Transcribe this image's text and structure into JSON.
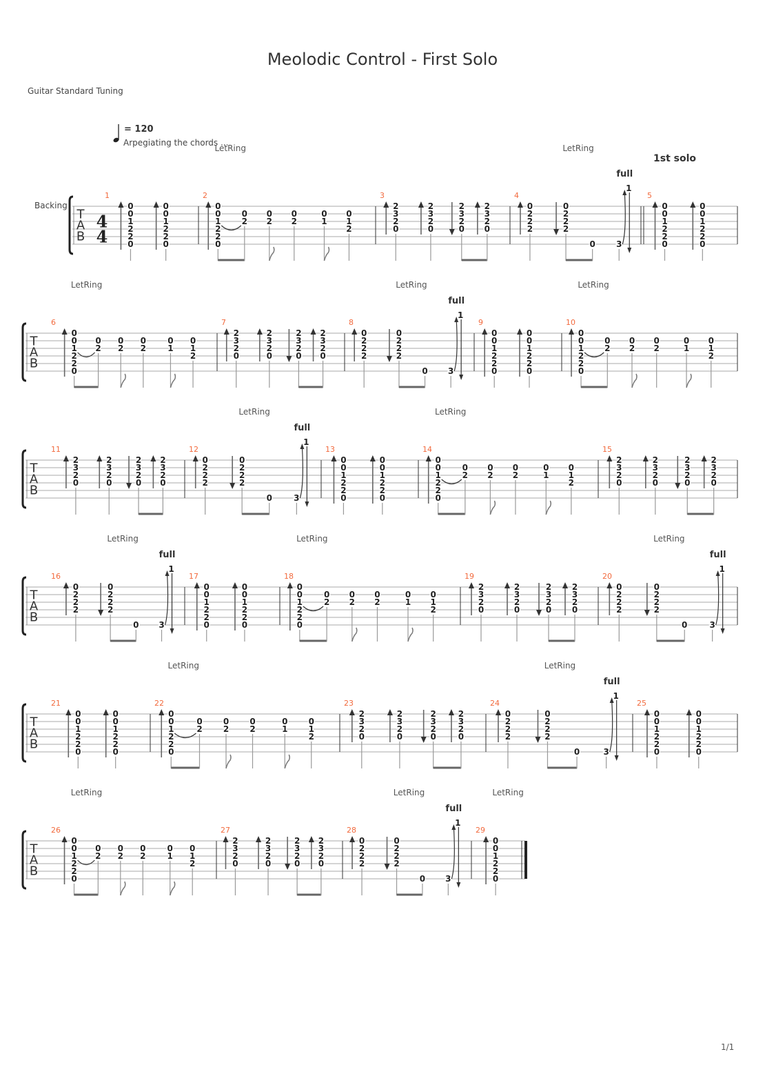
{
  "title": "Meolodic Control - First Solo",
  "subtitle": "Guitar Standard Tuning",
  "tempo_text": "= 120",
  "direction": "Arpegiating the chords ...",
  "track": "Backing",
  "section": "1st solo",
  "page": "1/1",
  "let_ring_label": "LetRing",
  "bend_label": "full",
  "bend_value": "1",
  "clef": [
    "T",
    "A",
    "B"
  ],
  "time_signature": [
    "4",
    "4"
  ],
  "colors": {
    "measure_number": "#f26a3d",
    "staff": "#aaaaaa",
    "barline": "#333333"
  },
  "patterns": {
    "A": [
      {
        "frets": [
          0,
          0,
          1,
          2,
          2,
          0
        ],
        "strum": "up",
        "dur": "q"
      },
      {
        "frets": [
          0,
          0,
          1,
          2,
          2,
          0
        ],
        "strum": "up",
        "dur": "q"
      }
    ],
    "A1": [
      {
        "frets": [
          0,
          0,
          1,
          2,
          2,
          0
        ],
        "strum": "up",
        "dur": "q"
      }
    ],
    "B": [
      {
        "frets": [
          0,
          0,
          1,
          2,
          2,
          0
        ],
        "strum": "up",
        "dur": "8",
        "beam": true,
        "slur": true
      },
      {
        "frets": [
          null,
          0,
          2,
          null,
          null,
          null
        ],
        "dur": "8"
      },
      {
        "frets": [
          null,
          0,
          2,
          null,
          null,
          null
        ],
        "dur": "8",
        "flag": true
      },
      {
        "frets": [
          null,
          0,
          2,
          null,
          null,
          null
        ],
        "dur": "q"
      },
      {
        "frets": [
          null,
          0,
          1,
          null,
          null,
          null
        ],
        "dur": "8",
        "flag": true
      },
      {
        "frets": [
          null,
          0,
          1,
          2,
          null,
          null
        ],
        "dur": "q"
      }
    ],
    "C": [
      {
        "frets": [
          2,
          3,
          2,
          0,
          null,
          null
        ],
        "strum": "up",
        "dur": "q"
      },
      {
        "frets": [
          2,
          3,
          2,
          0,
          null,
          null
        ],
        "strum": "up",
        "dur": "q"
      },
      {
        "frets": [
          2,
          3,
          2,
          0,
          null,
          null
        ],
        "strum": "down",
        "dur": "8",
        "beam": true
      },
      {
        "frets": [
          2,
          3,
          2,
          0,
          null,
          null
        ],
        "strum": "up",
        "dur": "8"
      }
    ],
    "D": [
      {
        "frets": [
          0,
          2,
          2,
          2,
          null,
          null
        ],
        "strum": "up",
        "dur": "q"
      },
      {
        "frets": [
          0,
          2,
          2,
          2,
          null,
          null
        ],
        "strum": "down",
        "dur": "8",
        "beam": true
      },
      {
        "frets": [
          null,
          null,
          null,
          null,
          null,
          0
        ],
        "dur": "8"
      },
      {
        "frets": [
          null,
          null,
          null,
          null,
          null,
          3
        ],
        "dur": "q",
        "bend": true
      }
    ]
  },
  "measures": [
    {
      "number": 1,
      "pattern": "A",
      "let_ring": false
    },
    {
      "number": 2,
      "pattern": "B",
      "let_ring": true
    },
    {
      "number": 3,
      "pattern": "C",
      "let_ring": false
    },
    {
      "number": 4,
      "pattern": "D",
      "let_ring": true
    },
    {
      "number": 5,
      "pattern": "A",
      "let_ring": false
    },
    {
      "number": 6,
      "pattern": "B",
      "let_ring": true
    },
    {
      "number": 7,
      "pattern": "C",
      "let_ring": false
    },
    {
      "number": 8,
      "pattern": "D",
      "let_ring": true
    },
    {
      "number": 9,
      "pattern": "A",
      "let_ring": false
    },
    {
      "number": 10,
      "pattern": "B",
      "let_ring": true
    },
    {
      "number": 11,
      "pattern": "C",
      "let_ring": false
    },
    {
      "number": 12,
      "pattern": "D",
      "let_ring": true
    },
    {
      "number": 13,
      "pattern": "A",
      "let_ring": false
    },
    {
      "number": 14,
      "pattern": "B",
      "let_ring": true
    },
    {
      "number": 15,
      "pattern": "C",
      "let_ring": false
    },
    {
      "number": 16,
      "pattern": "D",
      "let_ring": true
    },
    {
      "number": 17,
      "pattern": "A",
      "let_ring": false
    },
    {
      "number": 18,
      "pattern": "B",
      "let_ring": true
    },
    {
      "number": 19,
      "pattern": "C",
      "let_ring": false
    },
    {
      "number": 20,
      "pattern": "D",
      "let_ring": true
    },
    {
      "number": 21,
      "pattern": "A",
      "let_ring": false
    },
    {
      "number": 22,
      "pattern": "B",
      "let_ring": true
    },
    {
      "number": 23,
      "pattern": "C",
      "let_ring": false
    },
    {
      "number": 24,
      "pattern": "D",
      "let_ring": true
    },
    {
      "number": 25,
      "pattern": "A",
      "let_ring": false
    },
    {
      "number": 26,
      "pattern": "B",
      "let_ring": true
    },
    {
      "number": 27,
      "pattern": "C",
      "let_ring": false
    },
    {
      "number": 28,
      "pattern": "D",
      "let_ring": true
    },
    {
      "number": 29,
      "pattern": "A1",
      "let_ring": true
    }
  ],
  "systems": [
    [
      1,
      2,
      3,
      4,
      5
    ],
    [
      6,
      7,
      8,
      9,
      10
    ],
    [
      11,
      12,
      13,
      14,
      15
    ],
    [
      16,
      17,
      18,
      19,
      20
    ],
    [
      21,
      22,
      23,
      24,
      25
    ],
    [
      26,
      27,
      28,
      29
    ]
  ]
}
